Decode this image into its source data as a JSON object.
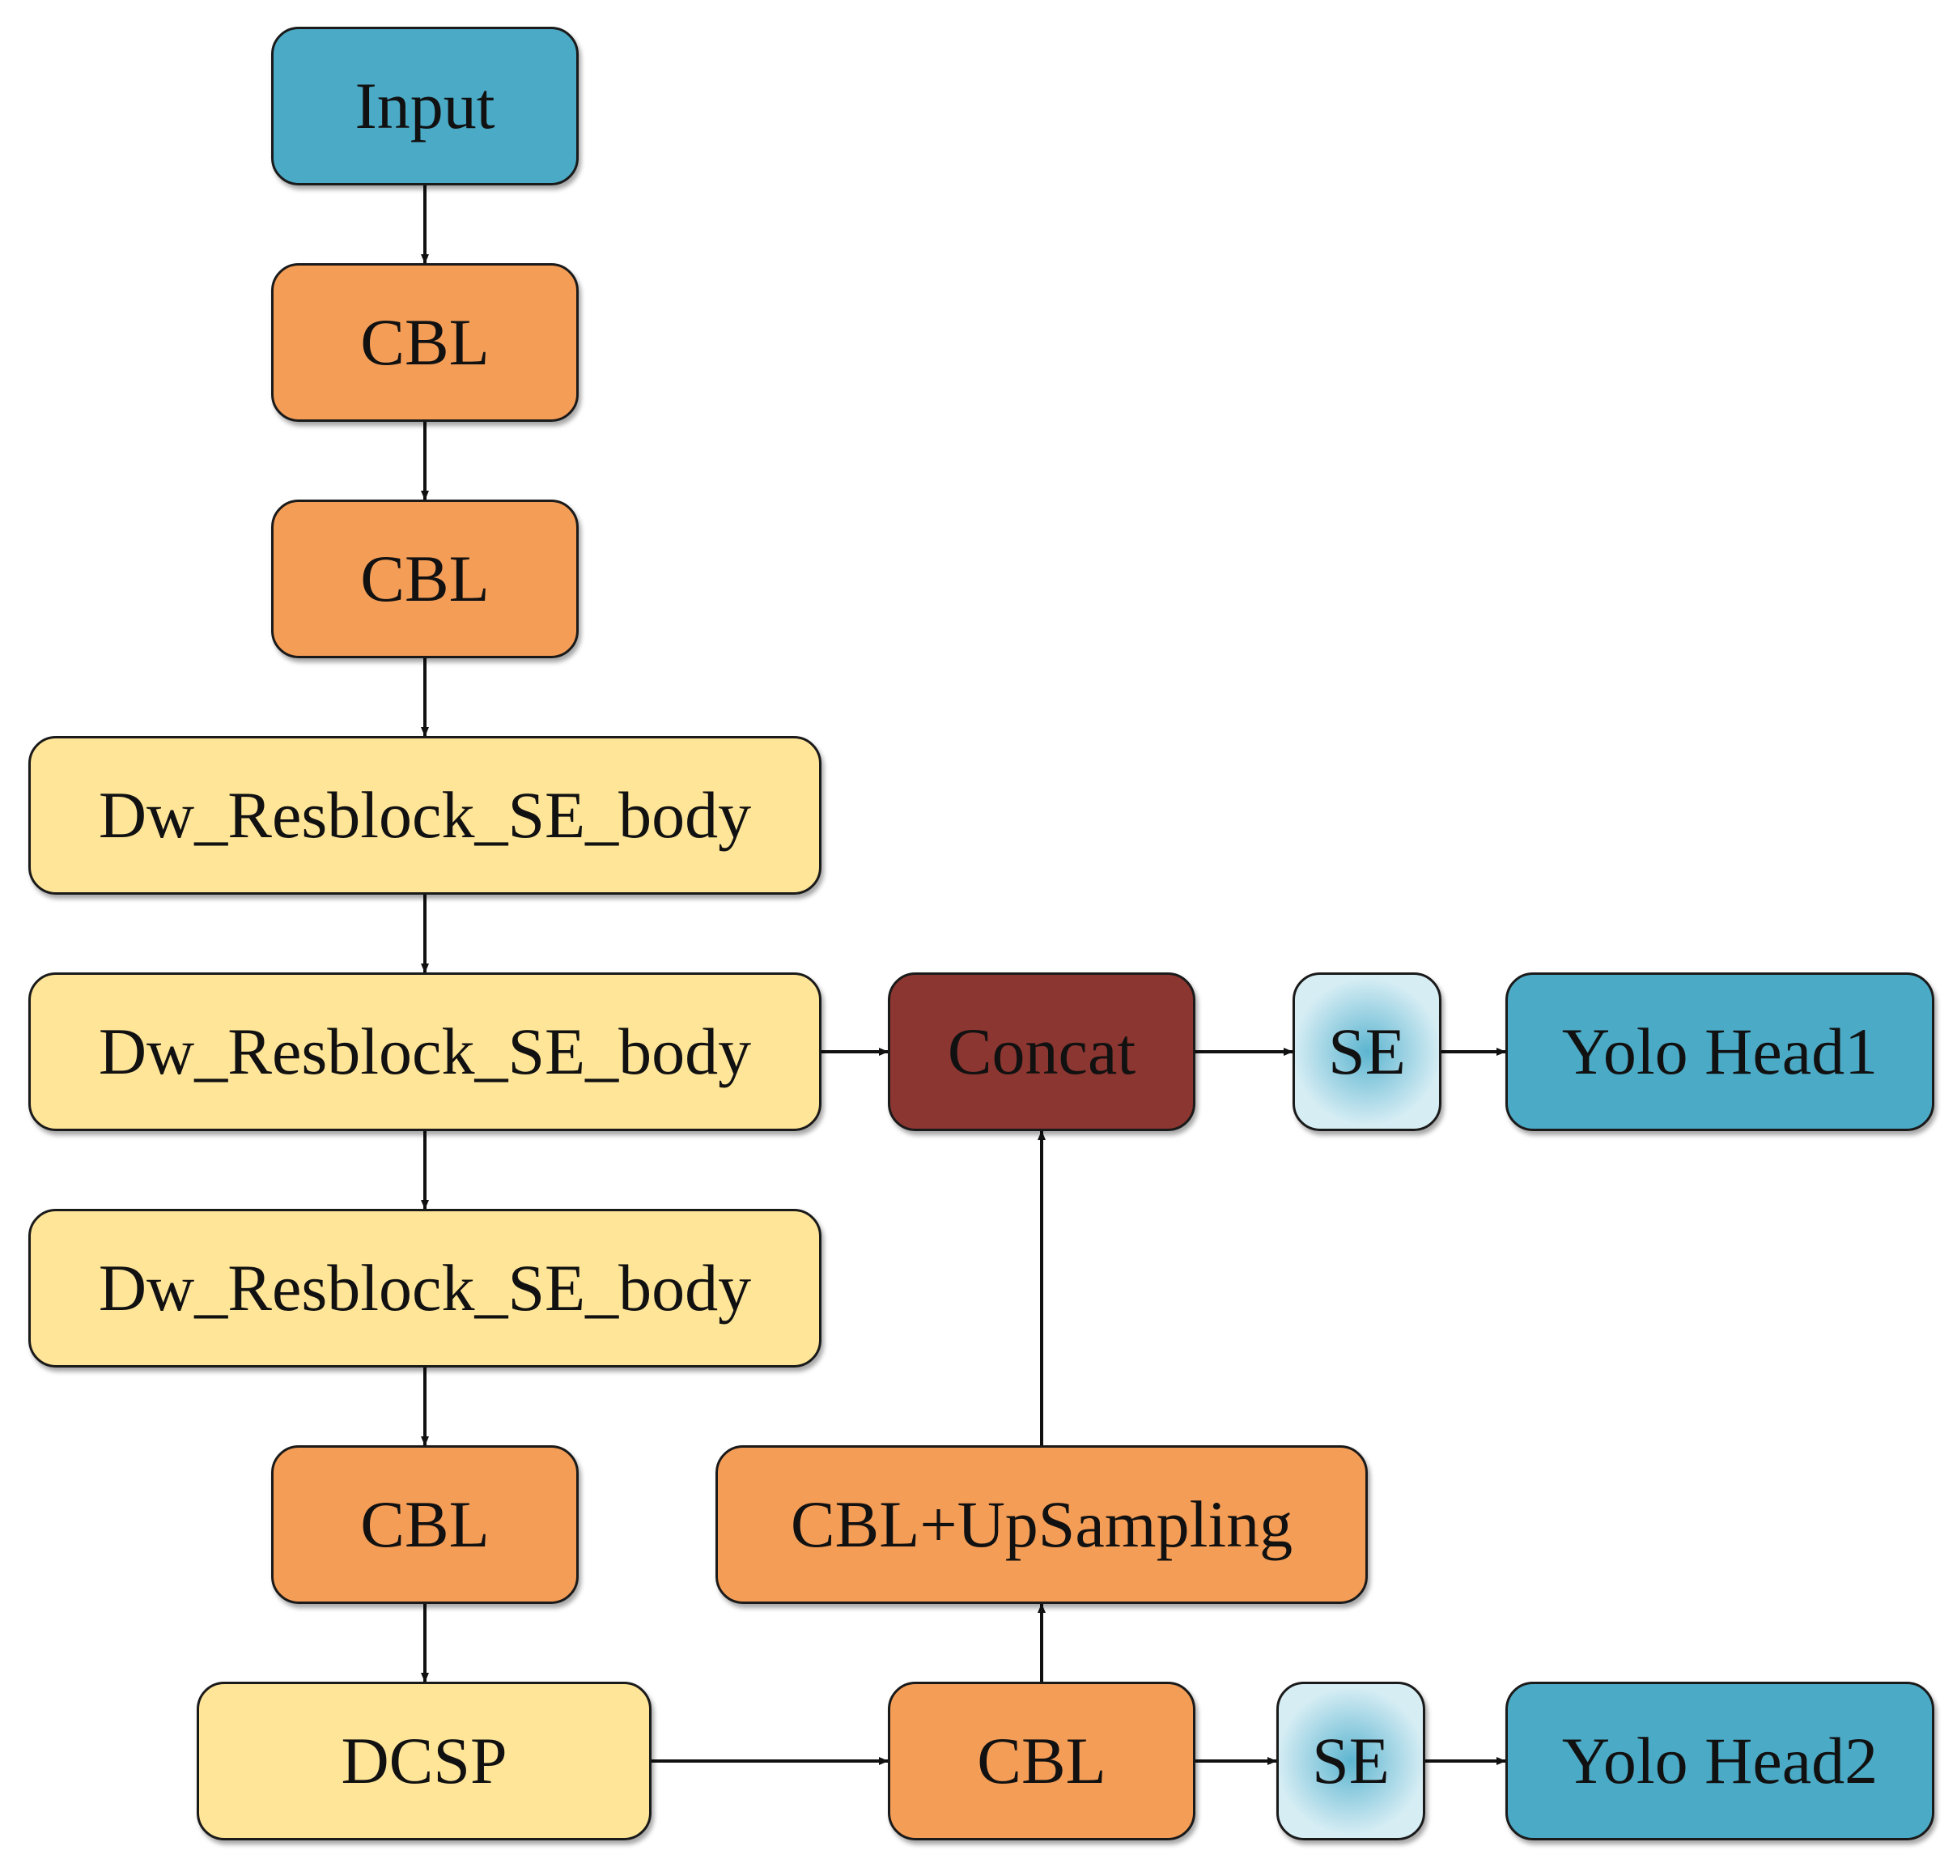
{
  "colors": {
    "input_blue": "#4BAAC6",
    "cbl_orange": "#F49D57",
    "resblock_yellow": "#FFE598",
    "concat_red": "#8B3630",
    "se_center": "#5DB5D0",
    "se_edge": "#D6EDF4",
    "edge": "#111111"
  },
  "nodes": {
    "input": "Input",
    "cbl_1": "CBL",
    "cbl_2": "CBL",
    "dw_resblock_1": "Dw_Resblock_SE_body",
    "dw_resblock_2": "Dw_Resblock_SE_body",
    "dw_resblock_3": "Dw_Resblock_SE_body",
    "cbl_3": "CBL",
    "dcsp": "DCSP",
    "concat": "Concat",
    "se_1": "SE",
    "yolo_head_1": "Yolo Head1",
    "cbl_upsampling": "CBL+UpSampling",
    "cbl_4": "CBL",
    "se_2": "SE",
    "yolo_head_2": "Yolo Head2"
  },
  "edges": [
    {
      "from": "input",
      "to": "cbl_1"
    },
    {
      "from": "cbl_1",
      "to": "cbl_2"
    },
    {
      "from": "cbl_2",
      "to": "dw_resblock_1"
    },
    {
      "from": "dw_resblock_1",
      "to": "dw_resblock_2"
    },
    {
      "from": "dw_resblock_2",
      "to": "dw_resblock_3"
    },
    {
      "from": "dw_resblock_3",
      "to": "cbl_3"
    },
    {
      "from": "cbl_3",
      "to": "dcsp"
    },
    {
      "from": "dw_resblock_2",
      "to": "concat"
    },
    {
      "from": "concat",
      "to": "se_1"
    },
    {
      "from": "se_1",
      "to": "yolo_head_1"
    },
    {
      "from": "dcsp",
      "to": "cbl_4"
    },
    {
      "from": "cbl_4",
      "to": "se_2"
    },
    {
      "from": "se_2",
      "to": "yolo_head_2"
    },
    {
      "from": "cbl_4",
      "to": "cbl_upsampling"
    },
    {
      "from": "cbl_upsampling",
      "to": "concat"
    }
  ]
}
